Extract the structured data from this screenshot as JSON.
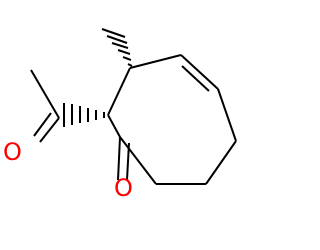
{
  "molecule": {
    "atoms": {
      "ketone_oxygen": {
        "symbol": "O",
        "color": "#ff0000"
      },
      "acetyl_oxygen": {
        "symbol": "O",
        "color": "#ff0000"
      }
    },
    "stereo_bonds": [
      {
        "type": "hashed-wedge",
        "from": "ring-c3",
        "to": "methyl"
      },
      {
        "type": "hashed-wedge",
        "from": "ring-c2",
        "to": "acetyl-carbonyl-c"
      }
    ]
  }
}
